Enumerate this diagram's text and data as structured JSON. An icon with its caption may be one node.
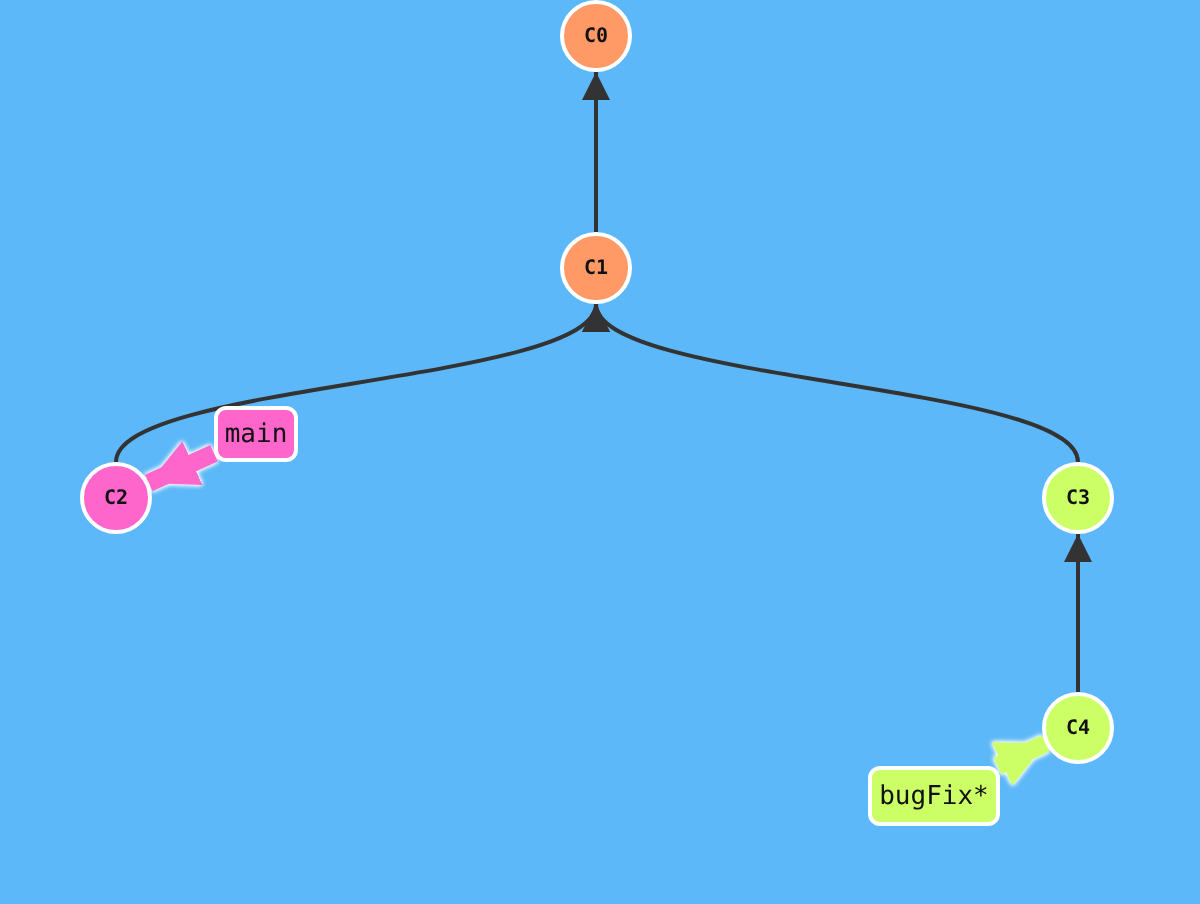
{
  "diagram": {
    "nodes": [
      {
        "text": [
          "C0"
        ]
      },
      {
        "text": [
          "C1"
        ]
      },
      {
        "text": [
          "C2"
        ]
      },
      {
        "text": [
          "C3"
        ]
      },
      {
        "text": [
          "C4"
        ]
      },
      {
        "text": [
          "main"
        ]
      },
      {
        "text": [
          "bugFix*"
        ]
      }
    ],
    "edges": [
      {
        "from": 1,
        "to": 0,
        "arrow": "to"
      },
      {
        "from": 2,
        "to": 1,
        "arrow": "to"
      },
      {
        "from": 3,
        "to": 1,
        "arrow": "to"
      },
      {
        "from": 4,
        "to": 3,
        "arrow": "to"
      },
      {
        "from": 5,
        "to": 2,
        "arrow": "to",
        "style": "thick",
        "color": "#ff66cc"
      },
      {
        "from": 6,
        "to": 4,
        "arrow": "to",
        "style": "thick",
        "color": "#ccff66"
      }
    ]
  }
}
